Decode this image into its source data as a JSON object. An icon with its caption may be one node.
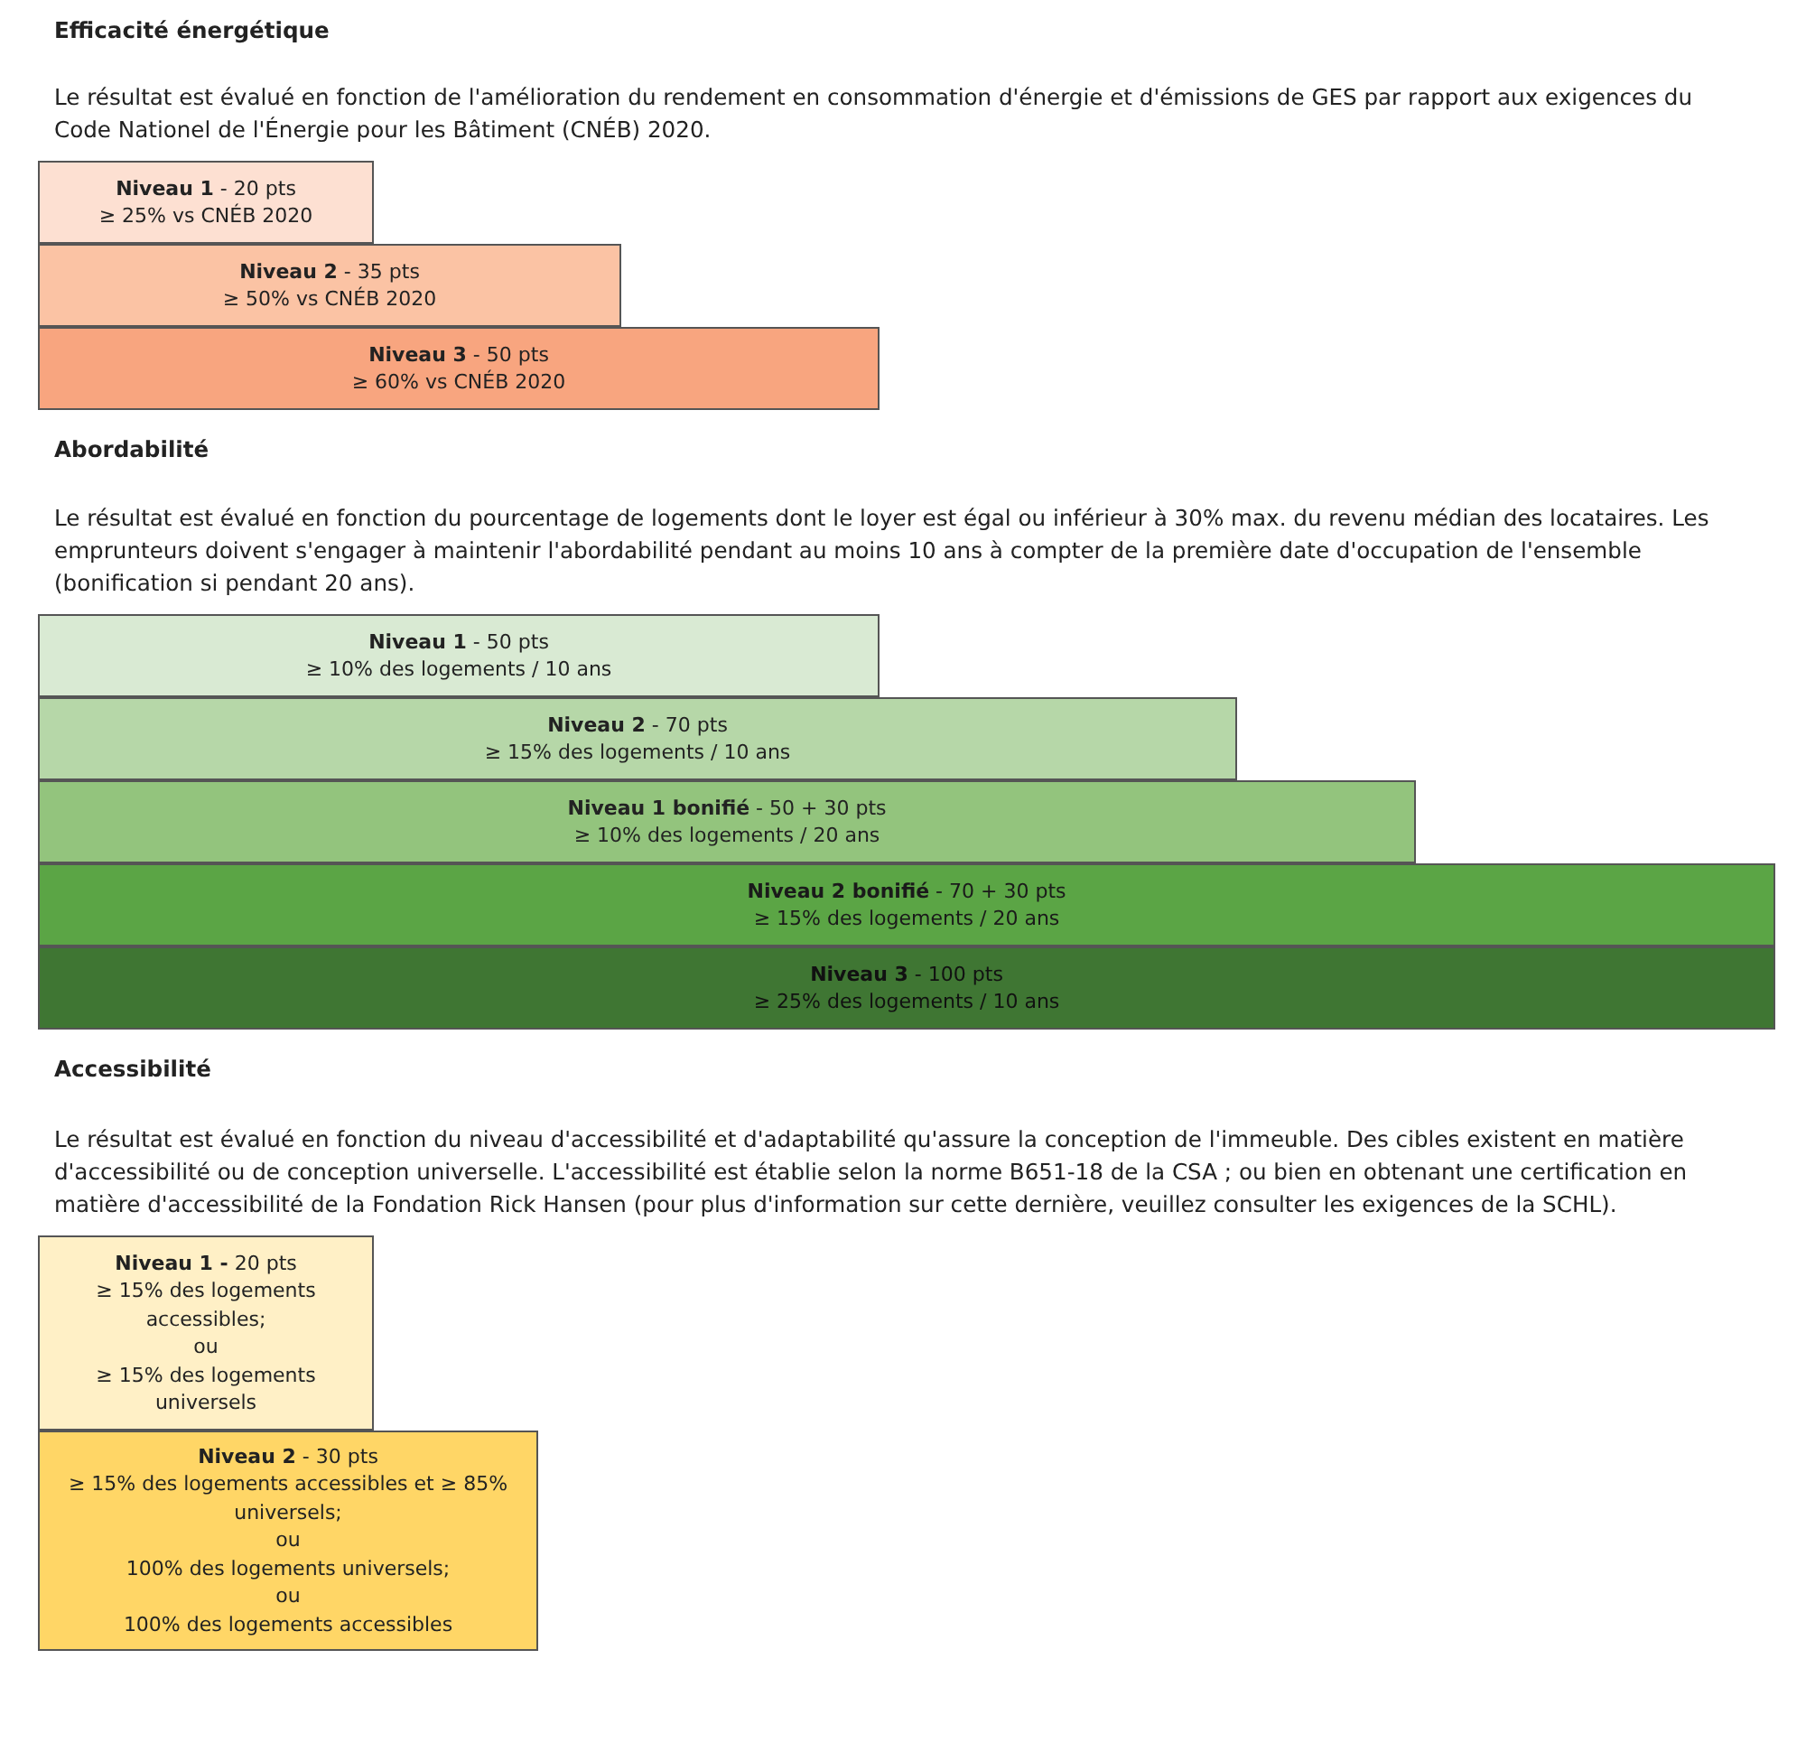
{
  "diagram": {
    "nodes": [
      {
        "text": [
          "**Niveau 1** - 20 pts",
          "≥ 25% vs CNÉB 2020"
        ]
      },
      {
        "text": [
          "**Niveau 2** - 35 pts",
          "≥ 50% vs CNÉB 2020"
        ]
      },
      {
        "text": [
          "**Niveau 3** - 50 pts",
          "≥ 60% vs CNÉB 2020"
        ]
      },
      {
        "text": [
          "**Niveau 1** - 50 pts",
          "≥ 10% des logements / 10 ans"
        ]
      },
      {
        "text": [
          "**Niveau 2** - 70 pts",
          "≥ 15% des logements / 10 ans"
        ]
      },
      {
        "text": [
          "**Niveau 1 bonifié** - 50 + 30 pts",
          "≥ 10% des logements / 20 ans"
        ]
      },
      {
        "text": [
          "**Niveau 2 bonifié** - 70 + 30 pts",
          "≥ 15% des logements / 20 ans"
        ]
      },
      {
        "text": [
          "**Niveau 3** - 100 pts",
          "≥ 25% des logements / 10 ans"
        ]
      },
      {
        "text": [
          "**Niveau 1 -** 20 pts",
          "≥ 15% des logements accessibles;",
          "ou",
          "≥ 15% des logements universels"
        ]
      },
      {
        "text": [
          "**Niveau 2** - 30 pts",
          "≥ 15% des logements accessibles et ≥ 85% universels;",
          "ou",
          "100% des logements universels;",
          "ou",
          "100% des logements accessibles"
        ]
      }
    ],
    "labels": [
      "Efficacité énergétique",
      "Le résultat est évalué en fonction de l'amélioration du rendement en consommation d'énergie et d'émissions de GES par rapport aux exigences du Code Nationel de l'Énergie pour les Bâtiment (CNÉB) 2020.",
      "Abordabilité",
      "Le résultat est évalué en fonction du pourcentage de logements dont le loyer est égal ou inférieur à 30% max. du revenu médian des locataires. Les emprunteurs doivent s'engager à maintenir l'abordabilité pendant au moins 10 ans à compter de la première date d'occupation de l'ensemble (bonification si pendant 20 ans).",
      "Accessibilité",
      "Le résultat est évalué en fonction du niveau d'accessibilité et d'adaptabilité qu'assure la conception de l'immeuble. Des cibles existent en matière d'accessibilité ou de conception universelle. L'accessibilité est établie selon la norme B651-18 de la CSA ; ou bien en obtenant une certification en matière d'accessibilité de la Fondation Rick Hansen (pour plus d'information sur cette dernière, veuillez consulter les exigences de la SCHL)."
    ]
  }
}
